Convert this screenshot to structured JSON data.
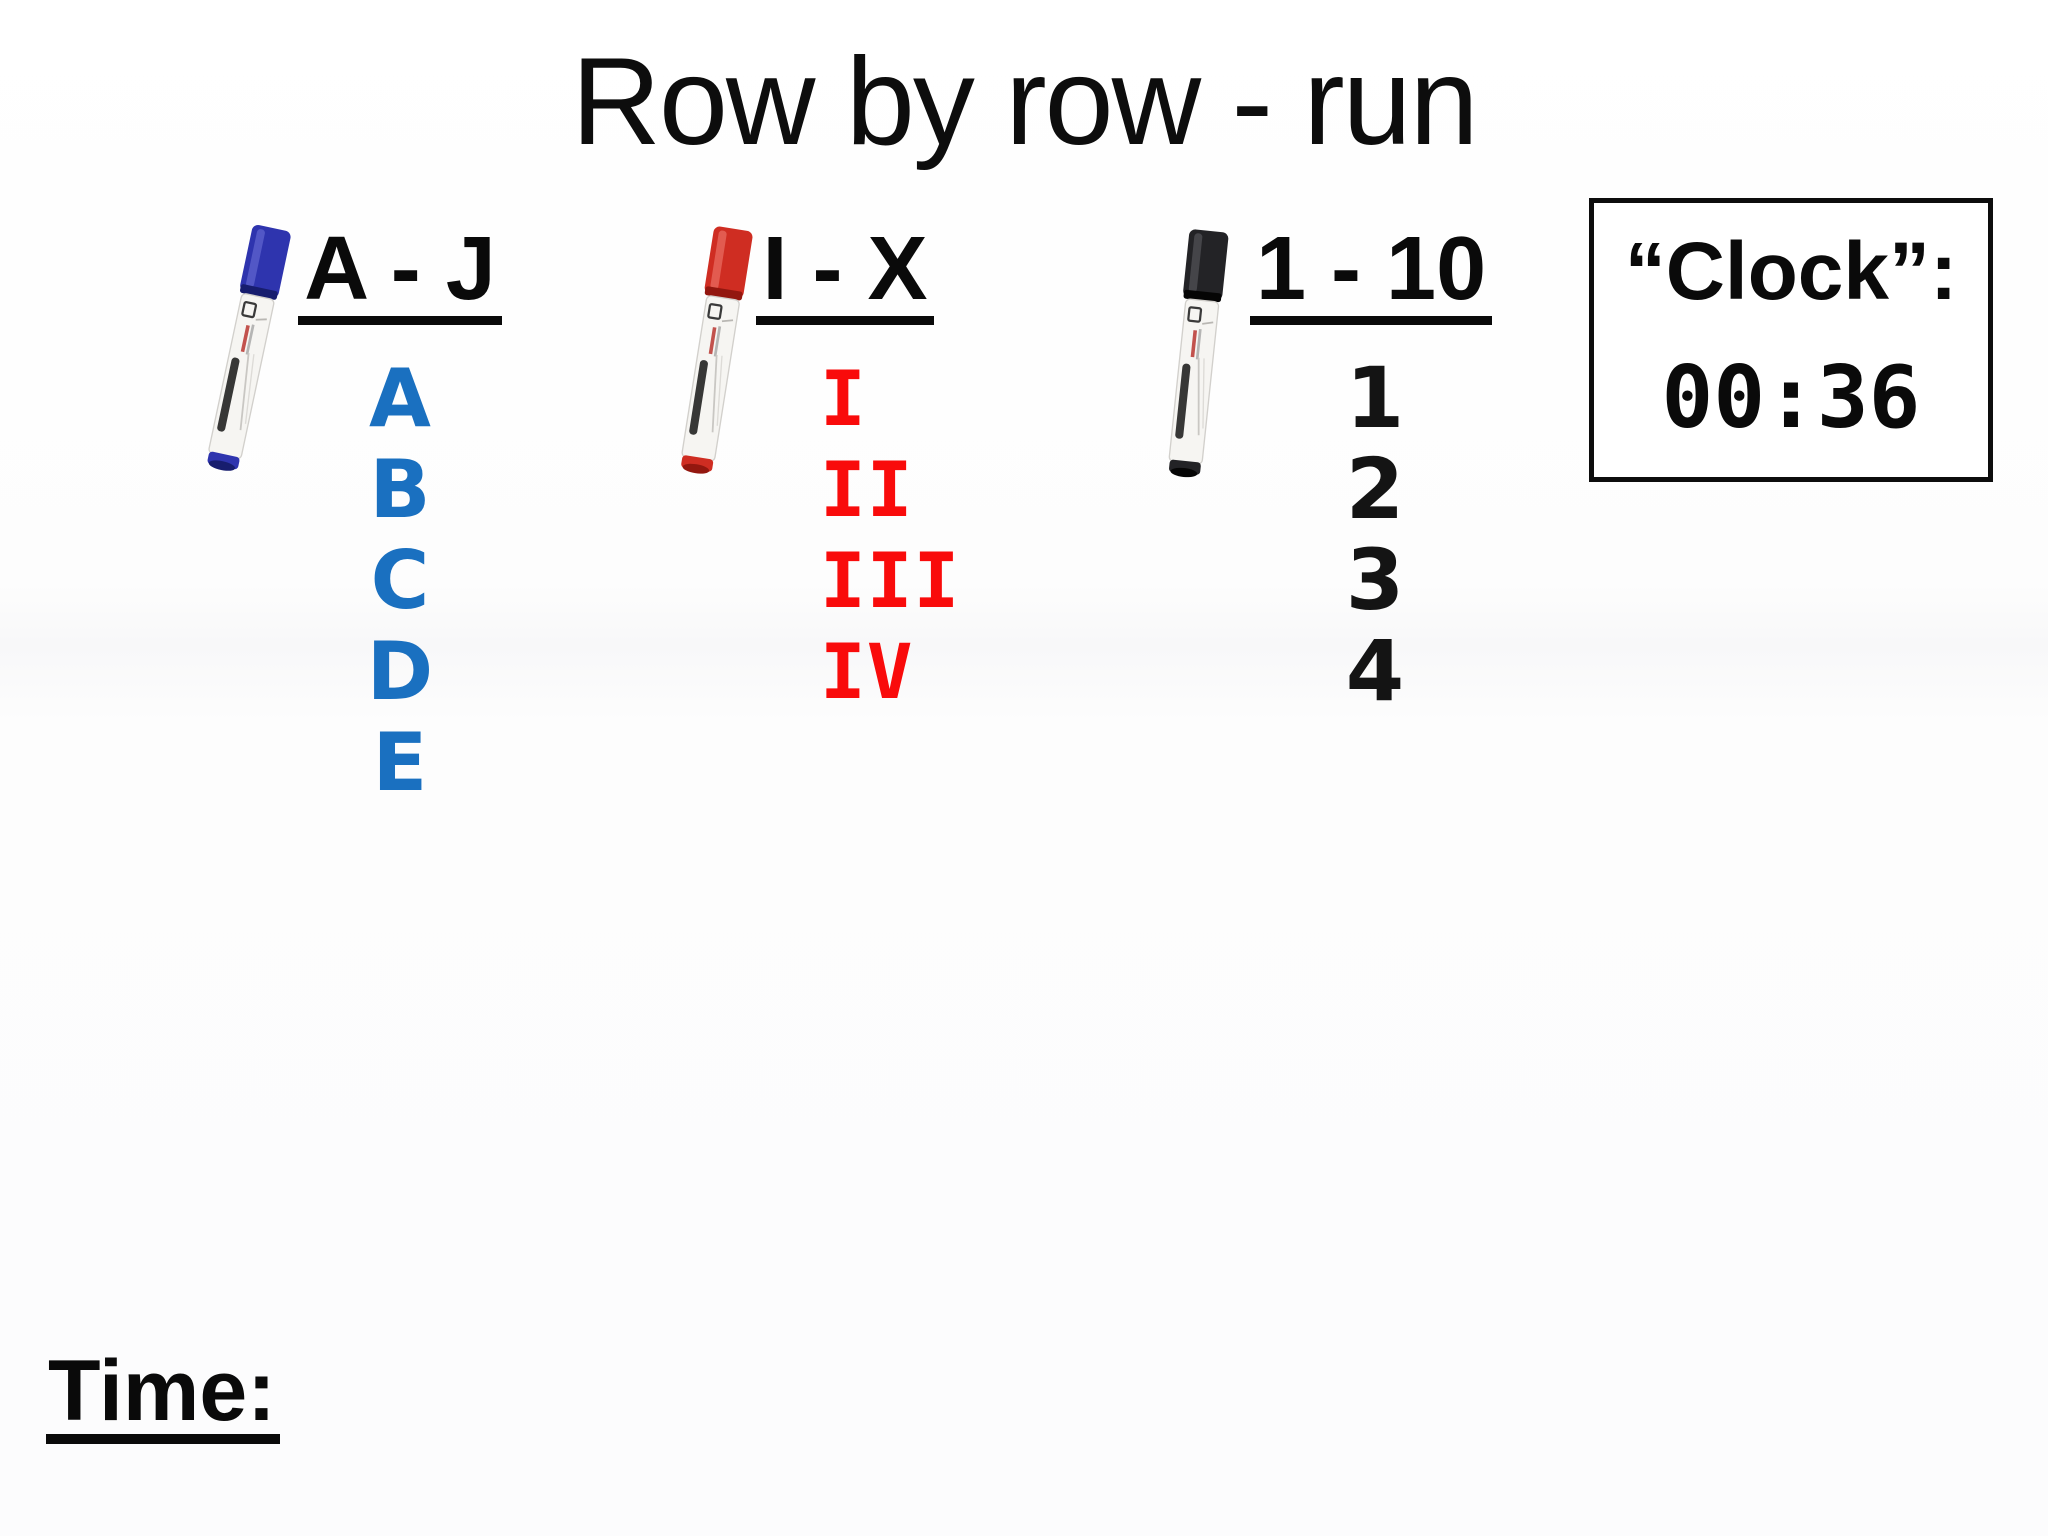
{
  "slide": {
    "title": "Row by row - run",
    "columns": [
      {
        "header": "A - J",
        "marker_icon": "blue-marker-icon",
        "marker_color": "#2e34ae",
        "text_color": "#1a70c0",
        "items": [
          "A",
          "B",
          "C",
          "D",
          "E"
        ]
      },
      {
        "header": "I - X",
        "marker_icon": "red-marker-icon",
        "marker_color": "#cf2d22",
        "text_color": "#f90b0b",
        "items": [
          "I",
          "II",
          "III",
          "IV"
        ]
      },
      {
        "header": "1 - 10",
        "marker_icon": "black-marker-icon",
        "marker_color": "#232326",
        "text_color": "#141414",
        "items": [
          "1",
          "2",
          "3",
          "4"
        ]
      }
    ],
    "clock_box": {
      "label": "“Clock”:",
      "time": "00:36"
    },
    "time_label": "Time:"
  }
}
